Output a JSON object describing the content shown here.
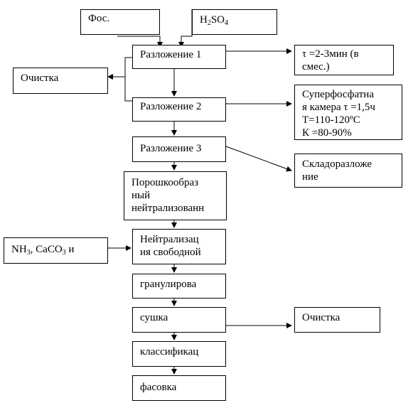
{
  "diagram": {
    "boxes": {
      "fos": "Фос.",
      "h2so4_main": "H",
      "h2so4_sub1": "2",
      "h2so4_mid": "SO",
      "h2so4_sub2": "4",
      "razl1": "Разложение 1",
      "razl2": "Разложение 2",
      "razl3": "Разложение 3",
      "ochistka_left": "Очистка",
      "tau1_line1": "τ =2-3мин (в",
      "tau1_line2": "смес.)",
      "superfos_line1": "Суперфосфатна",
      "superfos_line2": "я камера τ =1,5ч",
      "superfos_line3": "T=110-120ºC",
      "superfos_line4": "К =80-90%",
      "sklad_line1": "Складоразложе",
      "sklad_line2": "ние",
      "poroshok_line1": "Порошкообраз",
      "poroshok_line2": "ный",
      "poroshok_line3": "нейтрализованн",
      "neitr_line1": "Нейтрализац",
      "neitr_line2": "ия свободной",
      "nh3_a": "NH",
      "nh3_sub": "3",
      "nh3_b": ", CaCO",
      "nh3_sub2": "3",
      "nh3_c": " и",
      "granul": "гранулирова",
      "sushka": "сушка",
      "ochistka_right": "Очистка",
      "klassif": "классификац",
      "fasovka": "фасовка"
    }
  }
}
